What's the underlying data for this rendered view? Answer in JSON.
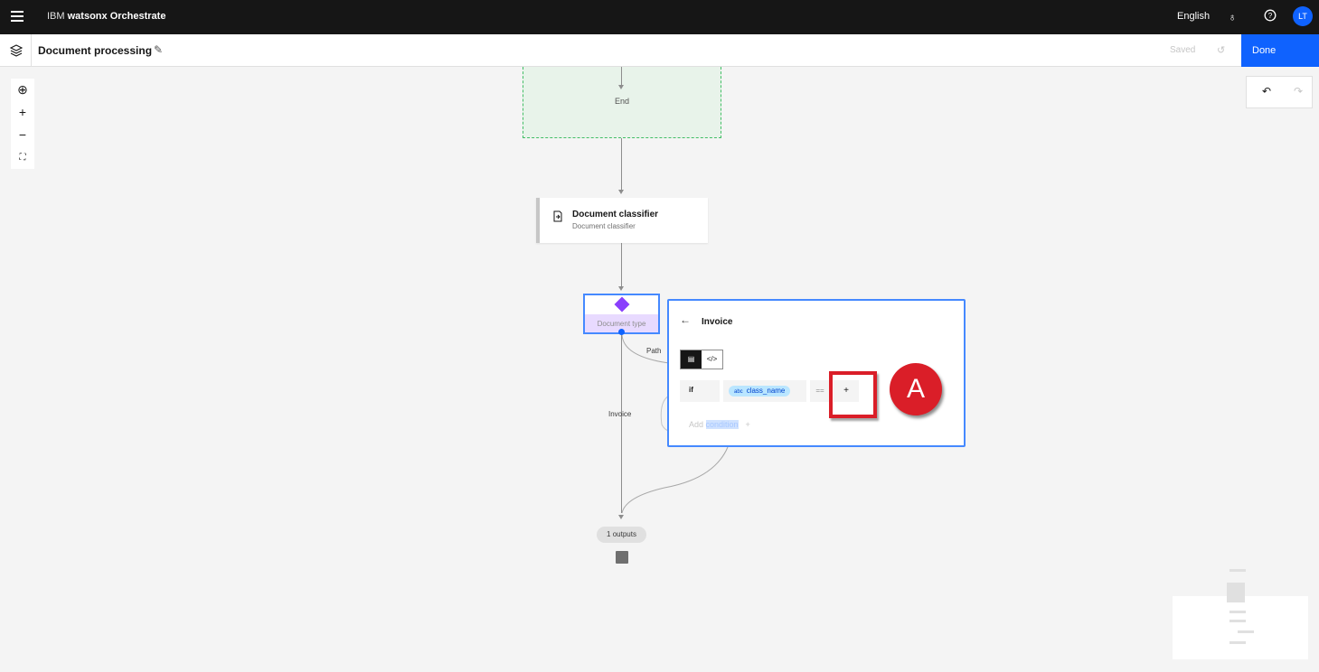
{
  "topbar": {
    "brand_prefix": "IBM",
    "brand_name": "watsonx Orchestrate",
    "language": "English",
    "avatar_initials": "LT"
  },
  "header": {
    "title": "Document processing",
    "saved_label": "Saved",
    "done_label": "Done"
  },
  "canvas": {
    "end_label": "End",
    "classifier_node": {
      "title": "Document classifier",
      "subtitle": "Document classifier"
    },
    "decision_node": {
      "label": "Document type"
    },
    "path_label": "Path",
    "invoice_label": "Invoice",
    "outputs_label": "1 outputs"
  },
  "invoice_panel": {
    "title": "Invoice",
    "condition": {
      "if_label": "if",
      "var_type": "abc",
      "variable": "class_name",
      "operator": "==",
      "add_value": "+"
    },
    "add_condition_prefix": "Add ",
    "add_condition_highlight": "condition",
    "add_condition_plus": "+"
  },
  "annotation": {
    "badge": "A"
  },
  "colors": {
    "accent": "#0f62fe",
    "decision": "#8a3ffc",
    "annotation": "#da1e28",
    "end_group": "#42be65"
  }
}
